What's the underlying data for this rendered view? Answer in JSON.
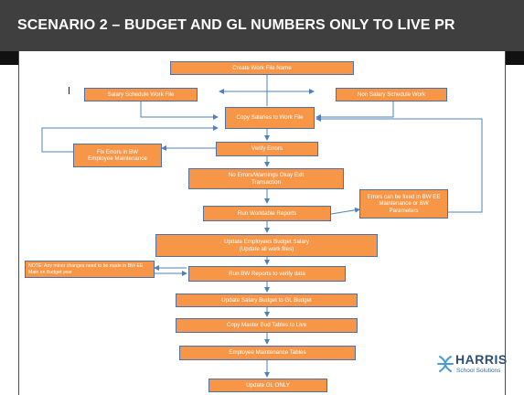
{
  "slide": {
    "title": "SCENARIO 2 – BUDGET AND GL NUMBERS ONLY TO LIVE PR"
  },
  "flow": {
    "create_work_file": "Create Work File Name",
    "salary_schedule": "Salary Schedule Work File",
    "non_salary_schedule": "Non Salary Schedule Work",
    "copy_salaries": "Copy Salaries to Work File",
    "fix_errors": "Fix Errors in BW Employee Maintenance",
    "verify_errors": "Verify Errors",
    "no_errors": "No Errors/Warnings Okay Exit Transaction",
    "errors_fixed": "Errors can be fixed in BW EE Maintenance or BW Parameters",
    "run_worktable": "Run Worktable Reports",
    "update_emp_budget": "Update Employees Budget Salary (Update all work files)",
    "note": "NOTE: Any minor changes need to be made in BW EE Main on Budget year",
    "run_bw_reports": "Run BW Reports to verify data",
    "update_salary_budget": "Update Salary Budget to GL Budget",
    "copy_master": "Copy Master Bud Tables to Live",
    "emp_maint_tables": "Employee Maintenance Tables",
    "update_gl": "Update GL ONLY"
  },
  "logo": {
    "name": "HARRIS",
    "subtitle": "School Solutions"
  },
  "colors": {
    "title_bar": "#3f3f3f",
    "box_fill": "#f79646",
    "box_border": "#4f6fa8",
    "connector": "#4f81bd"
  }
}
